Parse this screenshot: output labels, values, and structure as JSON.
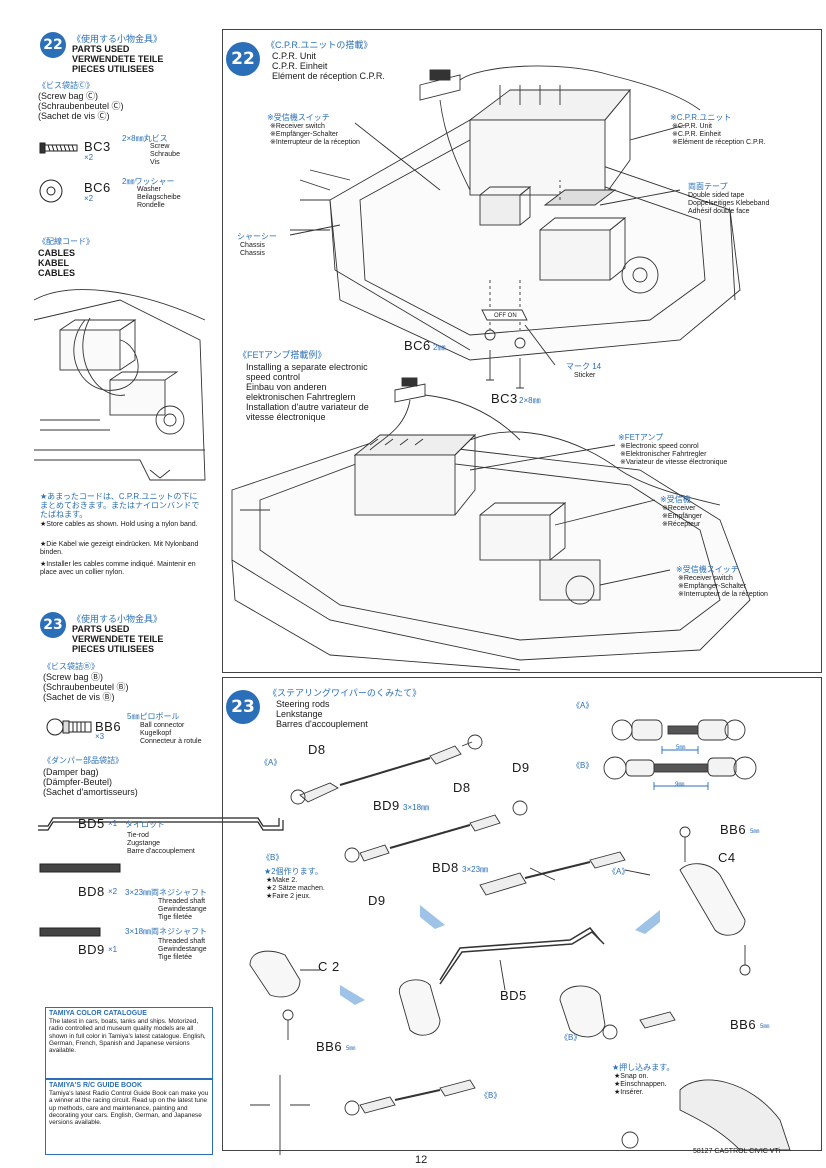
{
  "step22": {
    "number": "22",
    "parts": {
      "heading_jp": "《使用する小物金具》",
      "heading_en": "PARTS USED",
      "heading_de": "VERWENDETE TEILE",
      "heading_fr": "PIECES UTILISEES",
      "bag_jp": "《ビス袋詰Ⓒ》",
      "bag_en": "(Screw bag Ⓒ)",
      "bag_de": "(Schraubenbeutel Ⓒ)",
      "bag_fr": "(Sachet de vis Ⓒ)",
      "bc3": {
        "code": "BC3",
        "qty": "×2",
        "spec_jp": "2×8㎜丸ビス",
        "en": "Screw",
        "de": "Schraube",
        "fr": "Vis"
      },
      "bc6": {
        "code": "BC6",
        "qty": "×2",
        "spec_jp": "2㎜ワッシャー",
        "en": "Washer",
        "de": "Beilagscheibe",
        "fr": "Rondelle"
      },
      "cables_jp": "《配線コード》",
      "cables_en": "CABLES",
      "cables_de": "KABEL",
      "cables_fr": "CABLES"
    },
    "notes": {
      "jp": "★あまったコードは、C.P.R.ユニットの下にまとめておきます。またはナイロンバンドでたばねます。",
      "en": "★Store cables as shown. Hold using a nylon band.",
      "de": "★Die Kabel wie gezeigt eindrücken. Mit Nylonband binden.",
      "fr": "★Installer les cables comme indiqué. Maintenir en place avec un collier nylon."
    },
    "title_jp": "《C.P.R.ユニットの搭載》",
    "title_en": "C.P.R. Unit",
    "title_de": "C.P.R. Einheit",
    "title_fr": "Elément de réception C.P.R.",
    "label_switch": {
      "jp": "※受信機スイッチ",
      "en": "※Receiver switch",
      "de": "※Empfänger-Schalter",
      "fr": "※Interrupteur de la réception"
    },
    "label_cpr": {
      "jp": "※C.P.R.ユニット",
      "en": "※C.P.R. Unit",
      "de": "※C.P.R. Einheit",
      "fr": "※Elément de réception C.P.R."
    },
    "label_tape": {
      "jp": "両面テープ",
      "en": "Double sided tape",
      "de": "Doppelseitiges Klebeband",
      "fr": "Adhésif double face"
    },
    "label_chassis": {
      "jp": "シャーシー",
      "en": "Chassis",
      "de": "Chassis"
    },
    "sticker_mark": "OFF ON",
    "label_sticker": {
      "jp": "マーク 14",
      "en": "Sticker"
    },
    "bc6_callout": "BC6",
    "bc6_size": "2㎜",
    "bc3_callout": "BC3",
    "bc3_size": "2×8㎜",
    "fet_title_jp": "《FETアンプ搭載例》",
    "fet_en": "Installing a separate electronic speed control",
    "fet_de": "Einbau von anderen elektronischen Fahrtreglern",
    "fet_fr": "Installation d'autre variateur de vitesse électronique",
    "label_fet": {
      "jp": "※FETアンプ",
      "en": "※Electronic speed conrol",
      "de": "※Elektronischer Fahrtregler",
      "fr": "※Variateur de vitesse électronique"
    },
    "label_receiver": {
      "jp": "※受信機",
      "en": "※Receiver",
      "de": "※Empfänger",
      "fr": "※Récepteur"
    },
    "label_switch2": {
      "jp": "※受信機スイッチ",
      "en": "※Receiver switch",
      "de": "※Empfänger-Schalter",
      "fr": "※Interrupteur de la réception"
    }
  },
  "step23": {
    "number": "23",
    "parts": {
      "heading_jp": "《使用する小物金具》",
      "heading_en": "PARTS USED",
      "heading_de": "VERWENDETE TEILE",
      "heading_fr": "PIECES UTILISEES",
      "bag_jp": "《ビス袋詰Ⓑ》",
      "bag_en": "(Screw bag Ⓑ)",
      "bag_de": "(Schraubenbeutel Ⓑ)",
      "bag_fr": "(Sachet de vis Ⓑ)",
      "bb6": {
        "code": "BB6",
        "qty": "×3",
        "spec_jp": "5㎜ピロボール",
        "en": "Ball connector",
        "de": "Kugelkopf",
        "fr": "Connecteur à rotule"
      },
      "damper_jp": "《ダンパー部品袋詰》",
      "damper_en": "(Damper bag)",
      "damper_de": "(Dämpfer-Beutel)",
      "damper_fr": "(Sachet d'amortisseurs)",
      "bd5": {
        "code": "BD5",
        "qty": "×1",
        "spec_jp": "タイロッド",
        "en": "Tie-rod",
        "de": "Zugstange",
        "fr": "Barre d'accouplement"
      },
      "bd8": {
        "code": "BD8",
        "qty": "×2",
        "spec_jp": "3×23㎜両ネジシャフト",
        "en": "Threaded shaft",
        "de": "Gewindestange",
        "fr": "Tige filetée"
      },
      "bd9": {
        "code": "BD9",
        "qty": "×1",
        "spec_jp": "3×18㎜両ネジシャフト",
        "en": "Threaded shaft",
        "de": "Gewindestange",
        "fr": "Tige filetée"
      }
    },
    "title_jp": "《ステアリングワイパーのくみたて》",
    "title_en": "Steering rods",
    "title_de": "Lenkstange",
    "title_fr": "Barres d'accouplement",
    "lbl_a": "《A》",
    "lbl_b": "《B》",
    "d8": "D8",
    "d9": "D9",
    "bd9_label": "BD9",
    "bd9_size": "3×18㎜",
    "bd8_label": "BD8",
    "bd8_size": "3×23㎜",
    "dim_a": "5㎜",
    "dim_b": "9㎜",
    "make2_jp": "★2個作ります。",
    "make2_en": "★Make 2.",
    "make2_de": "★2 Sätze machen.",
    "make2_fr": "★Faire 2 jeux.",
    "bb6_label": "BB6",
    "bb6_size": "5㎜",
    "c4": "C4",
    "c2": "C 2",
    "bd5_label": "BD5",
    "snap_jp": "★押し込みます。",
    "snap_en": "★Snap on.",
    "snap_de": "★Einschnappen.",
    "snap_fr": "★Insérer."
  },
  "catalogue": {
    "title": "TAMIYA COLOR CATALOGUE",
    "text": "The latest in cars, boats, tanks and ships. Motorized, radio controlled and museum quality models are all shown in full color in Tamiya's latest catalogue. English, German, French, Spanish and Japanese versions available."
  },
  "guide": {
    "title": "TAMIYA'S R/C GUIDE BOOK",
    "text": "Tamiya's latest Radio Control Guide Book can make you a winner at the racing circuit. Read up on the latest tune up methods, care and maintenance, painting and decorating your cars. English, German, and Japanese versions available."
  },
  "footer": {
    "page_number": "12",
    "model": "58127 CASTROL CIVIC VTi"
  }
}
